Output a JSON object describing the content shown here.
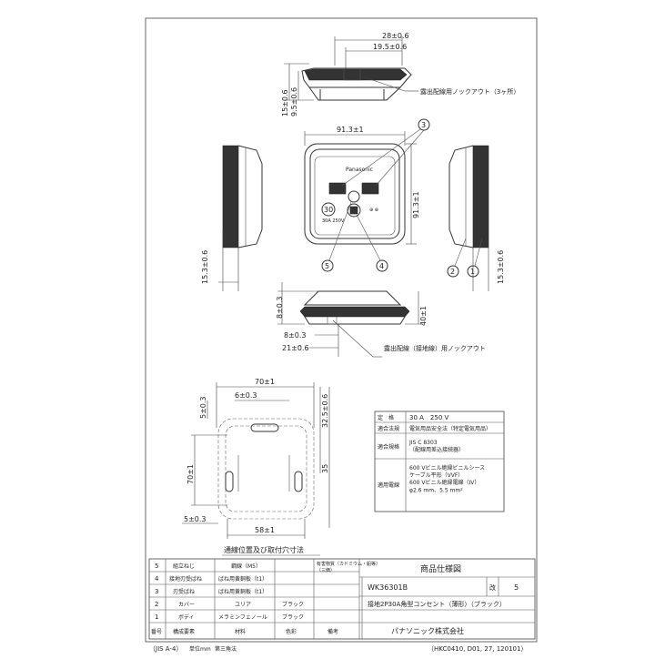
{
  "top_view": {
    "dim_width": "28±0.6",
    "dim_inner": "19.5±0.6",
    "dim_height": "15±0.6",
    "dim_height_inner": "9.5±0.6",
    "knockout_note": "露出配線用ノックアウト（3ヶ所）"
  },
  "front_view": {
    "dim_width": "91.3±1",
    "dim_height": "91.3±1",
    "brand": "Panasonic",
    "rating_badge": "30",
    "rating_text": "30A 250V",
    "side_dim": "15.3±0.6",
    "right_dim": "15.3±0.6"
  },
  "bottom_view": {
    "dim_height": "8±0.3",
    "dim_right": "40±1",
    "dim_knock": "8±0.3",
    "dim_offset": "21±0.6",
    "knockout_note": "露出配線（接地線）用ノックアウト"
  },
  "callouts": [
    "1",
    "2",
    "3",
    "4",
    "5"
  ],
  "back_view": {
    "dim_top": "70±1",
    "dim_slot": "6±0.3",
    "dim_left_top": "5±0.3",
    "dim_left": "70±1",
    "dim_left_bottom": "5±0.3",
    "dim_bottom": "58±1",
    "dim_right": "32.5±0.6",
    "dim_right_full": "35",
    "caption": "通線位置及び取付穴寸法"
  },
  "spec_table": {
    "rows": [
      {
        "label": "定　格",
        "value": "30 A　250 V"
      },
      {
        "label": "適合法規",
        "value": "電気用品安全法（特定電気用品）"
      },
      {
        "label": "適合規格",
        "value": "JIS C 8303\n（配線用差込接続器）"
      },
      {
        "label": "適用電線",
        "value": "600 Vビニル絶縁ビニルシース\nケーブル平形（VVF）\n600 Vビニル絶縁電線（IV）\nφ2.6 mm、5.5 mm²"
      }
    ]
  },
  "parts_table": {
    "rows": [
      {
        "no": "5",
        "name": "組立ねじ",
        "material": "鋼線（M5）",
        "color": "",
        "note": ""
      },
      {
        "no": "4",
        "name": "接地刃受ばね",
        "material": "ばね用黄銅板（t1）",
        "color": "",
        "note": ""
      },
      {
        "no": "3",
        "name": "刃受ばね",
        "material": "ばね用黄銅板（t1）",
        "color": "",
        "note": ""
      },
      {
        "no": "2",
        "name": "カバー",
        "material": "ユリア",
        "color": "ブラック",
        "note": ""
      },
      {
        "no": "1",
        "name": "ボディ",
        "material": "メラミンフェノール",
        "color": "ブラック",
        "note": ""
      }
    ],
    "headers": {
      "no": "番号",
      "name": "構成要素",
      "material": "材料",
      "color": "色彩",
      "note": "備考"
    },
    "rohs_note": "有害物質（カドミウム・鉛等）\n（三価）"
  },
  "title_block": {
    "doc_title": "商品仕様図",
    "model": "WK36301B",
    "revision_label": "改",
    "revision": "5",
    "product_name": "接地2P30A角型コンセント（薄形）（ブラック）",
    "company": "パナソニック株式会社"
  },
  "footer": {
    "paper": "（JIS A-4）",
    "unit": "単位mm",
    "projection": "第三角法",
    "doc_code": "（HKC0410, D01, 27, 120101）"
  }
}
